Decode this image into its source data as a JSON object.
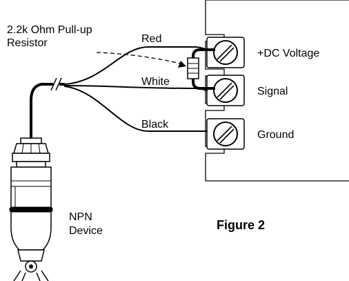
{
  "annotation": {
    "resistor_line1": "2.2k Ohm Pull-up",
    "resistor_line2": "Resistor"
  },
  "wires": {
    "red": "Red",
    "white": "White",
    "black": "Black"
  },
  "terminals": {
    "dc": "+DC Voltage",
    "signal": "Signal",
    "ground": "Ground"
  },
  "device": {
    "line1": "NPN",
    "line2": "Device"
  },
  "figure_label": "Figure 2"
}
